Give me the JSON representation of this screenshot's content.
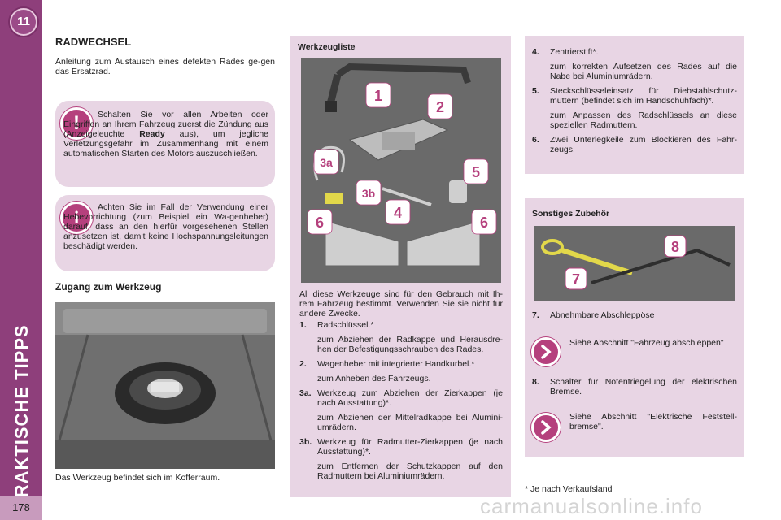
{
  "chapter": {
    "number": "11",
    "side_title": "PRAKTISCHE TIPPS",
    "page_number": "178"
  },
  "col1": {
    "title": "RADWECHSEL",
    "intro": "Anleitung zum Austausch eines defekten Rades ge-gen das Ersatzrad.",
    "warning": {
      "icon": "warning-exclamation-icon",
      "text_a": "Schalten Sie vor allen Arbeiten oder Eingriffen an Ihrem Fahrzeug zuerst die Zündung aus (Anzeigeleuchte ",
      "bold": "Ready",
      "text_b": " aus), um jegliche Verletzungsgefahr im Zusammenhang mit einem automatischen Starten des Motors auszuschließen."
    },
    "info": {
      "icon": "info-icon",
      "text": "Achten Sie im Fall der Verwendung einer Hebevorrichtung (zum Beispiel ein Wa-genheber) darauf, dass an den hierfür vorgesehenen Stellen anzusetzen ist, damit keine Hochspannungsleitungen beschädigt werden."
    },
    "access_title": "Zugang zum Werkzeug",
    "photo_caption": "Das Werkzeug befindet sich im Kofferraum."
  },
  "col2": {
    "title": "Werkzeugliste",
    "photo_labels": [
      "1",
      "2",
      "3a",
      "3b",
      "4",
      "5",
      "6",
      "6"
    ],
    "intro": "All diese Werkzeuge sind für den Gebrauch mit Ih-rem Fahrzeug bestimmt. Verwenden Sie sie nicht für andere Zwecke.",
    "items": [
      {
        "num": "1.",
        "text": "Radschlüssel.*",
        "sub": "zum Abziehen der Radkappe und Herausdre-hen der Befestigungsschrauben des Rades."
      },
      {
        "num": "2.",
        "text": "Wagenheber mit integrierter Handkurbel.*",
        "sub": "zum Anheben des Fahrzeugs."
      },
      {
        "num": "3a.",
        "text": "Werkzeug zum Abziehen der Zierkappen (je nach Ausstattung)*.",
        "sub": "zum Abziehen der Mittelradkappe bei Alumini-umrädern."
      },
      {
        "num": "3b.",
        "text": "Werkzeug für Radmutter-Zierkappen (je nach Ausstattung)*.",
        "sub": "zum Entfernen der Schutzkappen auf den Radmuttern bei Aluminiumrädern."
      }
    ]
  },
  "col3": {
    "items": [
      {
        "num": "4.",
        "text": "Zentrierstift*.",
        "sub": "zum korrekten Aufsetzen des Rades auf die Nabe bei Aluminiumrädern."
      },
      {
        "num": "5.",
        "text": "Steckschlüsseleinsatz für Diebstahlschutz-muttern (befindet sich im Handschuhfach)*.",
        "sub": "zum Anpassen des Radschlüssels an diese speziellen Radmuttern."
      },
      {
        "num": "6.",
        "text": "Zwei Unterlegkeile zum Blockieren des Fahr-zeugs.",
        "sub": ""
      }
    ],
    "other_title": "Sonstiges Zubehör",
    "photo_labels": [
      "7",
      "8"
    ],
    "item7": {
      "num": "7.",
      "text": "Abnehmbare Abschleppöse"
    },
    "see7": {
      "icon": "arrow-right-icon",
      "text": "Siehe Abschnitt \"Fahrzeug abschleppen\""
    },
    "item8": {
      "num": "8.",
      "text": "Schalter für Notentriegelung der elektrischen Bremse."
    },
    "see8": {
      "icon": "arrow-right-icon",
      "text": "Siehe Abschnitt \"Elektrische Feststell-bremse\"."
    },
    "footnote": "* Je nach Verkaufsland"
  },
  "watermark": "carmanualsonline.info",
  "colors": {
    "sidebar": "#8e3f7b",
    "box": "#e8d5e4",
    "icon": "#b5407d"
  }
}
